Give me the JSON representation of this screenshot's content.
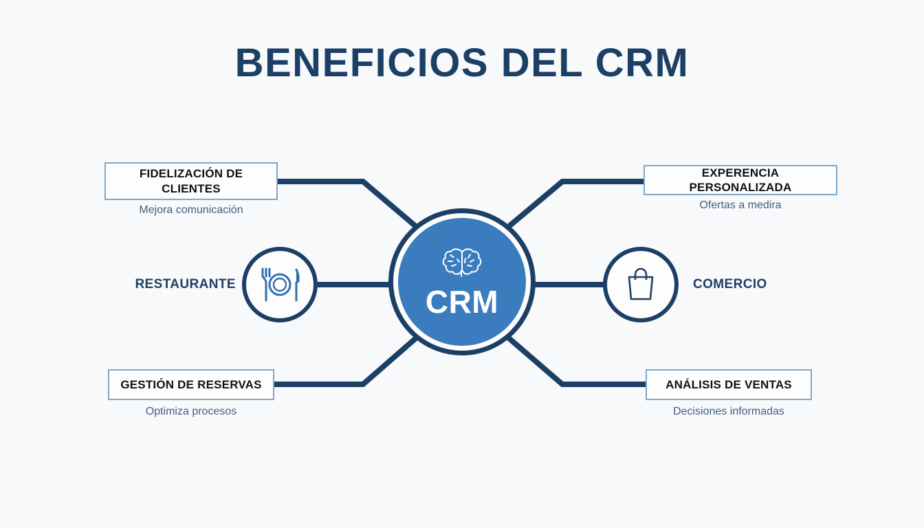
{
  "page": {
    "title": "BENEFICIOS DEL CRM",
    "background_color": "#f8f9fa",
    "title_color": "#1c3f66"
  },
  "colors": {
    "navy": "#1c3f66",
    "hub_blue": "#3b7cbf",
    "box_border": "#7da8c8",
    "caption_text": "#3f5f80",
    "box_label_text": "#111111"
  },
  "hub": {
    "label": "CRM",
    "icon": "brain-icon",
    "fill": "#3b7cbf",
    "ring": "#1c3f66"
  },
  "side_nodes": [
    {
      "id": "restaurante",
      "label": "RESTAURANTE",
      "icon": "restaurant-cutlery-plate-icon",
      "side": "left"
    },
    {
      "id": "comercio",
      "label": "COMERCIO",
      "icon": "shopping-bag-icon",
      "side": "right"
    }
  ],
  "benefit_boxes": [
    {
      "id": "fidelizacion",
      "label": "FIDELIZACIÓN DE CLIENTES",
      "caption": "Mejora comunicación",
      "position": "top-left"
    },
    {
      "id": "experiencia",
      "label": "EXPERENCIA PERSONALIZADA",
      "caption": "Ofertas a medira",
      "position": "top-right"
    },
    {
      "id": "gestion",
      "label": "GESTIÓN DE RESERVAS",
      "caption": "Optimiza procesos",
      "position": "bottom-left"
    },
    {
      "id": "analisis",
      "label": "ANÁLISIS DE VENTAS",
      "caption": "Decisiones informadas",
      "position": "bottom-right"
    }
  ]
}
